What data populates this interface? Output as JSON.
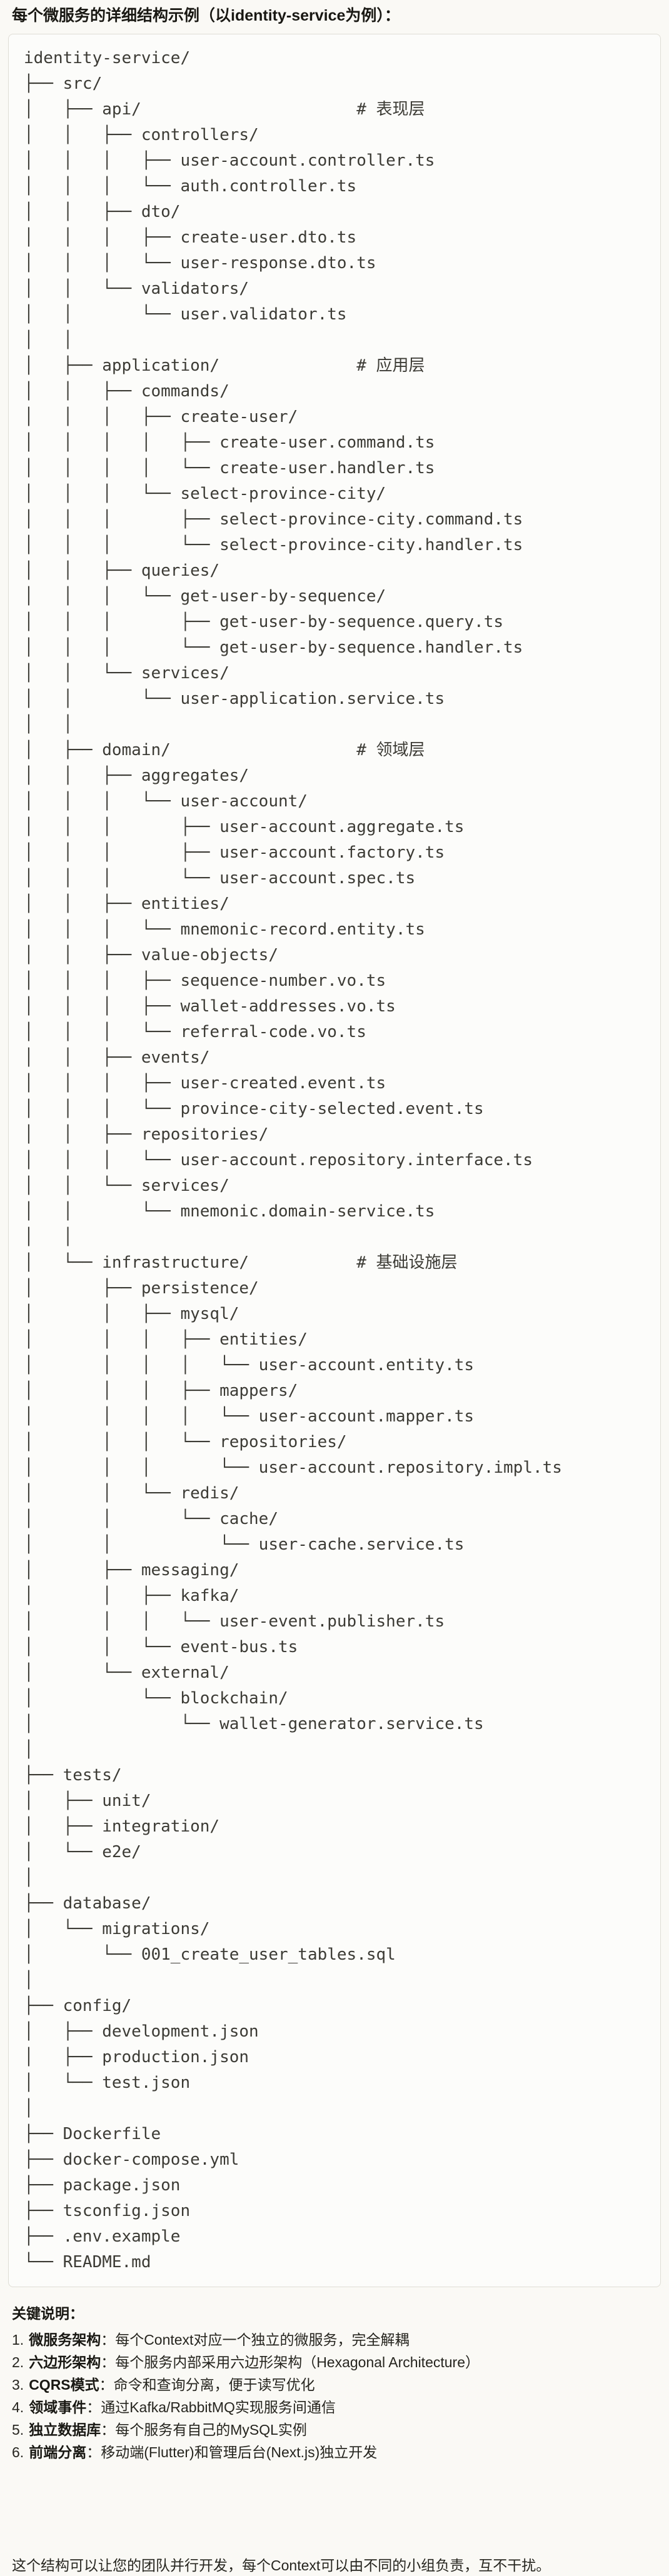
{
  "title": "每个微服务的详细结构示例（以identity-service为例）：",
  "code_block": {
    "language": "plaintext",
    "tree_lines": [
      "identity-service/",
      "├── src/",
      "│   ├── api/                      # 表现层",
      "│   │   ├── controllers/",
      "│   │   │   ├── user-account.controller.ts",
      "│   │   │   └── auth.controller.ts",
      "│   │   ├── dto/",
      "│   │   │   ├── create-user.dto.ts",
      "│   │   │   └── user-response.dto.ts",
      "│   │   └── validators/",
      "│   │       └── user.validator.ts",
      "│   │",
      "│   ├── application/              # 应用层",
      "│   │   ├── commands/",
      "│   │   │   ├── create-user/",
      "│   │   │   │   ├── create-user.command.ts",
      "│   │   │   │   └── create-user.handler.ts",
      "│   │   │   └── select-province-city/",
      "│   │   │       ├── select-province-city.command.ts",
      "│   │   │       └── select-province-city.handler.ts",
      "│   │   ├── queries/",
      "│   │   │   └── get-user-by-sequence/",
      "│   │   │       ├── get-user-by-sequence.query.ts",
      "│   │   │       └── get-user-by-sequence.handler.ts",
      "│   │   └── services/",
      "│   │       └── user-application.service.ts",
      "│   │",
      "│   ├── domain/                   # 领域层",
      "│   │   ├── aggregates/",
      "│   │   │   └── user-account/",
      "│   │   │       ├── user-account.aggregate.ts",
      "│   │   │       ├── user-account.factory.ts",
      "│   │   │       └── user-account.spec.ts",
      "│   │   ├── entities/",
      "│   │   │   └── mnemonic-record.entity.ts",
      "│   │   ├── value-objects/",
      "│   │   │   ├── sequence-number.vo.ts",
      "│   │   │   ├── wallet-addresses.vo.ts",
      "│   │   │   └── referral-code.vo.ts",
      "│   │   ├── events/",
      "│   │   │   ├── user-created.event.ts",
      "│   │   │   └── province-city-selected.event.ts",
      "│   │   ├── repositories/",
      "│   │   │   └── user-account.repository.interface.ts",
      "│   │   └── services/",
      "│   │       └── mnemonic.domain-service.ts",
      "│   │",
      "│   └── infrastructure/           # 基础设施层",
      "│       ├── persistence/",
      "│       │   ├── mysql/",
      "│       │   │   ├── entities/",
      "│       │   │   │   └── user-account.entity.ts",
      "│       │   │   ├── mappers/",
      "│       │   │   │   └── user-account.mapper.ts",
      "│       │   │   └── repositories/",
      "│       │   │       └── user-account.repository.impl.ts",
      "│       │   └── redis/",
      "│       │       └── cache/",
      "│       │           └── user-cache.service.ts",
      "│       ├── messaging/",
      "│       │   ├── kafka/",
      "│       │   │   └── user-event.publisher.ts",
      "│       │   └── event-bus.ts",
      "│       └── external/",
      "│           └── blockchain/",
      "│               └── wallet-generator.service.ts",
      "│",
      "├── tests/",
      "│   ├── unit/",
      "│   ├── integration/",
      "│   └── e2e/",
      "│",
      "├── database/",
      "│   └── migrations/",
      "│       └── 001_create_user_tables.sql",
      "│",
      "├── config/",
      "│   ├── development.json",
      "│   ├── production.json",
      "│   └── test.json",
      "│",
      "├── Dockerfile",
      "├── docker-compose.yml",
      "├── package.json",
      "├── tsconfig.json",
      "├── .env.example",
      "└── README.md"
    ]
  },
  "key_points": {
    "heading": "关键说明：",
    "items": [
      {
        "num": "1.",
        "term": "微服务架构",
        "desc": "：每个Context对应一个独立的微服务，完全解耦"
      },
      {
        "num": "2.",
        "term": "六边形架构",
        "desc": "：每个服务内部采用六边形架构（Hexagonal Architecture）"
      },
      {
        "num": "3.",
        "term": "CQRS模式",
        "desc": "：命令和查询分离，便于读写优化"
      },
      {
        "num": "4.",
        "term": "领域事件",
        "desc": "：通过Kafka/RabbitMQ实现服务间通信"
      },
      {
        "num": "5.",
        "term": "独立数据库",
        "desc": "：每个服务有自己的MySQL实例"
      },
      {
        "num": "6.",
        "term": "前端分离",
        "desc": "：移动端(Flutter)和管理后台(Next.js)独立开发"
      }
    ]
  },
  "closing_note": "这个结构可以让您的团队并行开发，每个Context可以由不同的小组负责，互不干扰。"
}
